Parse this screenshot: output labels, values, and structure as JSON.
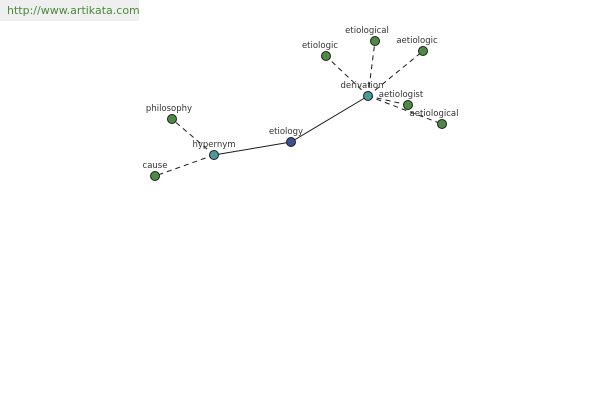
{
  "source_url": "http://www.artikata.com",
  "colors": {
    "root_node": "#3c4f93",
    "relation_node": "#4a9a9c",
    "term_node": "#4e8a45",
    "banner_text": "#4a8a3a",
    "banner_background": "#efefef"
  },
  "graph": {
    "nodes": [
      {
        "id": "etiology",
        "label": "etiology",
        "kind": "root"
      },
      {
        "id": "hypernym",
        "label": "hypernym",
        "kind": "relation"
      },
      {
        "id": "derivation",
        "label": "derivation",
        "kind": "relation"
      },
      {
        "id": "philosophy",
        "label": "philosophy",
        "kind": "term"
      },
      {
        "id": "cause",
        "label": "cause",
        "kind": "term"
      },
      {
        "id": "etiologic",
        "label": "etiologic",
        "kind": "term"
      },
      {
        "id": "etiological",
        "label": "etiological",
        "kind": "term"
      },
      {
        "id": "aetiologic",
        "label": "aetiologic",
        "kind": "term"
      },
      {
        "id": "aetiologist",
        "label": "aetiologist",
        "kind": "term"
      },
      {
        "id": "aetiological",
        "label": "aetiological",
        "kind": "term"
      }
    ],
    "edges": [
      {
        "from": "etiology",
        "to": "hypernym",
        "style": "solid"
      },
      {
        "from": "etiology",
        "to": "derivation",
        "style": "solid"
      },
      {
        "from": "hypernym",
        "to": "philosophy",
        "style": "dashed"
      },
      {
        "from": "hypernym",
        "to": "cause",
        "style": "dashed"
      },
      {
        "from": "derivation",
        "to": "etiologic",
        "style": "dashed"
      },
      {
        "from": "derivation",
        "to": "etiological",
        "style": "dashed"
      },
      {
        "from": "derivation",
        "to": "aetiologic",
        "style": "dashed"
      },
      {
        "from": "derivation",
        "to": "aetiologist",
        "style": "dashed"
      },
      {
        "from": "derivation",
        "to": "aetiological",
        "style": "dashed"
      }
    ]
  }
}
